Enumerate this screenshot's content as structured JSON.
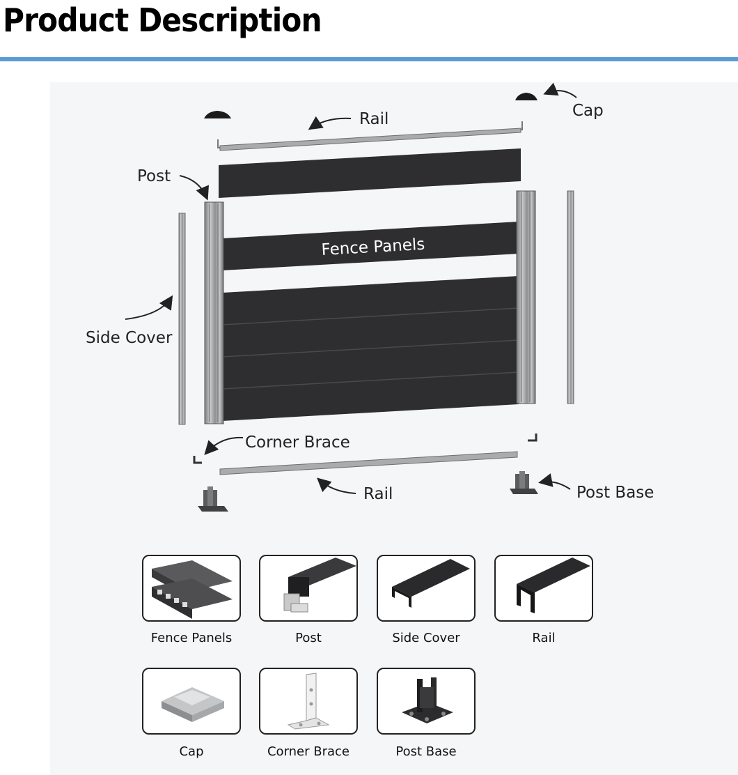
{
  "header": {
    "title": "Product Description"
  },
  "diagram": {
    "labels": {
      "rail_top": "Rail",
      "cap": "Cap",
      "post": "Post",
      "fence_panels": "Fence Panels",
      "side_cover": "Side Cover",
      "corner_brace": "Corner Brace",
      "rail_bottom": "Rail",
      "post_base": "Post Base"
    }
  },
  "components": [
    {
      "label": "Fence Panels",
      "icon": "fence-panels-icon"
    },
    {
      "label": "Post",
      "icon": "post-profile-icon"
    },
    {
      "label": "Side Cover",
      "icon": "side-cover-profile-icon"
    },
    {
      "label": "Rail",
      "icon": "rail-profile-icon"
    },
    {
      "label": "Cap",
      "icon": "cap-icon"
    },
    {
      "label": "Corner Brace",
      "icon": "corner-brace-icon"
    },
    {
      "label": "Post Base",
      "icon": "post-base-icon"
    }
  ],
  "colors": {
    "accent_rule": "#5b9bd5",
    "panel": "#2e2e30",
    "metal": "#a9abad"
  }
}
